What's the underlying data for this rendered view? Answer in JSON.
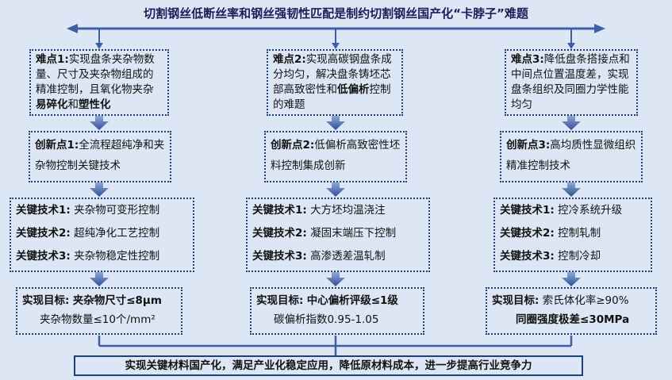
{
  "title": "切割钢丝低断丝率和钢丝强韧性匹配是制约切割钢丝国产化“卡脖子”难题",
  "columns": [
    {
      "difficulty": {
        "label": "难点1:",
        "t1": "实现盘条夹杂物数量、尺寸及夹杂物组成的精准控制，且氧化物夹杂",
        "b1": "易碎化",
        "t2": "和",
        "b2": "塑性化"
      },
      "innovation": {
        "label": "创新点1:",
        "text": "全流程超纯净和夹杂物控制关键技术"
      },
      "key_tech": [
        {
          "label": "关键技术1:",
          "text": "夹杂物可变形控制"
        },
        {
          "label": "关键技术2:",
          "text": "超纯净化工艺控制"
        },
        {
          "label": "关键技术3:",
          "text": "夹杂物稳定性控制"
        }
      ],
      "target": {
        "label": "实现目标:",
        "main": "夹杂物尺寸≤8μm",
        "sub": "夹杂物数量≤10个/mm²"
      }
    },
    {
      "difficulty": {
        "label": "难点2:",
        "t1": "实现高碳钢盘条成分均匀，解决盘条铸坯芯部高致密性和",
        "b1": "低偏析",
        "t2": "控制的难题"
      },
      "innovation": {
        "label": "创新点2:",
        "text": "低偏析高致密性坯料控制集成创新"
      },
      "key_tech": [
        {
          "label": "关键技术1:",
          "text": "大方坯均温浇注"
        },
        {
          "label": "关键技术2:",
          "text": "凝固末端压下控制"
        },
        {
          "label": "关键技术3:",
          "text": "高渗透差温轧制"
        }
      ],
      "target": {
        "label": "实现目标:",
        "main": "中心偏析评级≤1级",
        "sub": "碳偏析指数0.95-1.05"
      }
    },
    {
      "difficulty": {
        "label": "难点3:",
        "t1": "降低盘条搭接点和中间点位置温度差，实现盘条组织及同圈力学性能均匀"
      },
      "innovation": {
        "label": "创新点3:",
        "text": "高均质性显微组织精准控制技术"
      },
      "key_tech": [
        {
          "label": "关键技术1:",
          "text": "控冷系统升级"
        },
        {
          "label": "关键技术2:",
          "text": "控制轧制"
        },
        {
          "label": "关键技术3:",
          "text": "控制冷却"
        }
      ],
      "target": {
        "label": "实现目标:",
        "main": "索氏体化率≥90%",
        "sub": "同圈强度极差≤30MPa"
      }
    }
  ],
  "bottom": "实现关键材料国产化，满足产业化稳定应用，降低原材料成本，进一步提高行业竞争力",
  "colors": {
    "background": "#dde6f4",
    "border": "#1f3f77",
    "arrow": "#3d5fa8",
    "title": "#1a1f5a"
  }
}
